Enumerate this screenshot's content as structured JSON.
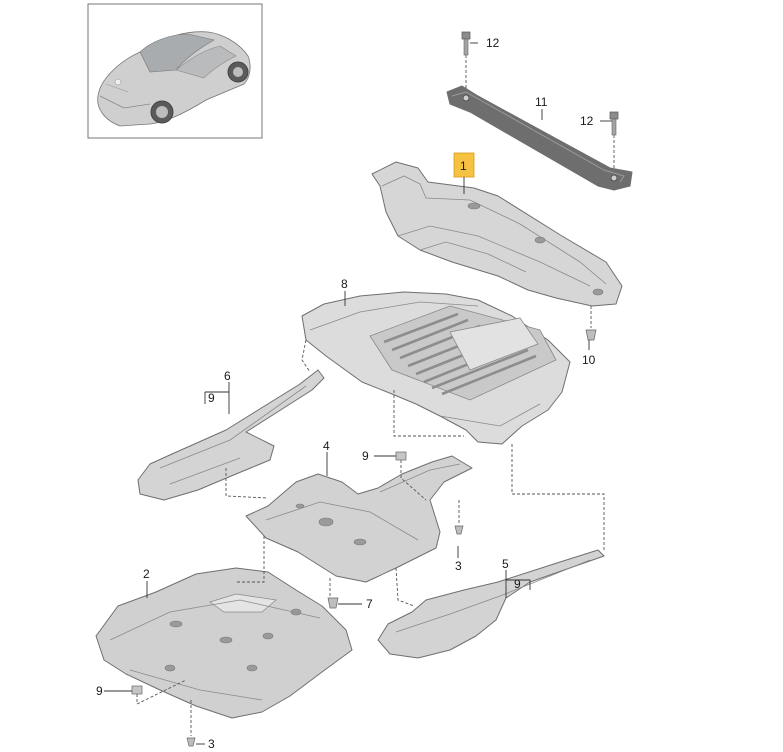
{
  "diagram": {
    "callouts": {
      "c1": "1",
      "c2": "2",
      "c3a": "3",
      "c3b": "3",
      "c4": "4",
      "c5": "5",
      "c5_sub": "9",
      "c6": "6",
      "c6_sub": "9",
      "c7": "7",
      "c8": "8",
      "c9a": "9",
      "c9b": "9",
      "c10": "10",
      "c11": "11",
      "c12a": "12",
      "c12b": "12"
    },
    "colors": {
      "part_fill": "#d9d9d9",
      "part_fill_light": "#e8e8e8",
      "highlight": "#f5c242",
      "car_body": "#c8c8c8"
    }
  }
}
